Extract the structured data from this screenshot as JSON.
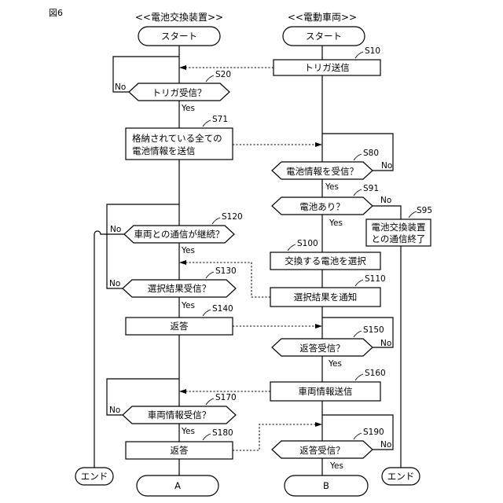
{
  "figure_label": "図6",
  "headers": {
    "left": "<<電池交換装置>>",
    "right": "<<電動車両>>"
  },
  "terminals": {
    "start_left": "スタート",
    "start_right": "スタート",
    "end_left": "エンド",
    "end_right": "エンド",
    "connector_a": "A",
    "connector_b": "B"
  },
  "steps": {
    "s10": {
      "id": "S10",
      "text": "トリガ送信"
    },
    "s20": {
      "id": "S20",
      "text": "トリガ受信？"
    },
    "s71": {
      "id": "S71",
      "line1": "格納されている全ての",
      "line2": "電池情報を送信"
    },
    "s80": {
      "id": "S80",
      "text": "電池情報を受信？"
    },
    "s91": {
      "id": "S91",
      "text": "電池あり？"
    },
    "s95": {
      "id": "S95",
      "line1": "電池交換装置",
      "line2": "との通信終了"
    },
    "s100": {
      "id": "S100",
      "text": "交換する電池を選択"
    },
    "s110": {
      "id": "S110",
      "text": "選択結果を通知"
    },
    "s120": {
      "id": "S120",
      "text": "車両との通信が継続？"
    },
    "s130": {
      "id": "S130",
      "text": "選択結果受信？"
    },
    "s140": {
      "id": "S140",
      "text": "返答"
    },
    "s150": {
      "id": "S150",
      "text": "返答受信？"
    },
    "s160": {
      "id": "S160",
      "text": "車両情報送信"
    },
    "s170": {
      "id": "S170",
      "text": "車両情報受信？"
    },
    "s180": {
      "id": "S180",
      "text": "返答"
    },
    "s190": {
      "id": "S190",
      "text": "返答受信？"
    }
  },
  "branch_labels": {
    "yes": "Yes",
    "no": "No"
  }
}
